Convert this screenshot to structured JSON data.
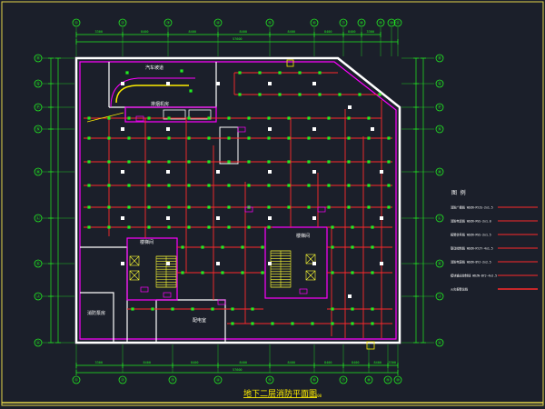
{
  "drawing": {
    "title": "地下二层消防平面图",
    "scale_note": "1:100",
    "grid_top": [
      "①",
      "②",
      "③",
      "④",
      "⑤",
      "⑥",
      "⑦",
      "⑧",
      "⑨",
      "⑩",
      "⑪"
    ],
    "grid_bottom": [
      "①",
      "②",
      "③",
      "④",
      "⑤",
      "⑥",
      "⑦",
      "⑧",
      "⑨",
      "⑩"
    ],
    "grid_left": [
      "Ⓡ",
      "Ⓠ",
      "Ⓟ",
      "Ⓝ",
      "Ⓜ",
      "Ⓛ",
      "Ⓚ",
      "Ⓙ",
      "Ⓐ"
    ],
    "grid_right": [
      "Ⓡ",
      "Ⓠ",
      "Ⓟ",
      "Ⓝ",
      "Ⓜ",
      "Ⓛ",
      "Ⓚ",
      "Ⓙ",
      "Ⓐ"
    ],
    "dim_top": [
      "3300",
      "8400",
      "8400",
      "8400",
      "8400",
      "8400",
      "8400",
      "3300"
    ],
    "dim_top_total": "57600",
    "dim_bottom": [
      "3300",
      "8400",
      "8400",
      "8400",
      "8400",
      "8400",
      "8400",
      "8400",
      "3300"
    ],
    "dim_bottom_total": "57600",
    "room_labels": [
      "汽车坡道",
      "排烟机房",
      "消防泵房",
      "配电室",
      "楼梯间",
      "楼梯间"
    ],
    "legend_title": "图 例",
    "legend_items": [
      "消防广播线 WDZN-RYJS-2x1.5",
      "消防电话线 WDZN-RVS-2x1.0",
      "报警信号线 WDZN-RVS-2x1.5",
      "联动控制线 WDZN-KYJY-4x1.5",
      "消防电源线 WDZN-BYJ-2x2.5",
      "模块输出控制线 WDZN-BYJ-4x2.5",
      "火灾报警总线"
    ],
    "colors": {
      "background": "#1b1f2a",
      "wall": "#ffffff",
      "partition": "#ff00ff",
      "wiring": "#ff2a2a",
      "device": "#22ee22",
      "dimension": "#22ee22",
      "grid_bubble": "#22ee22",
      "title": "#ffee00",
      "frame": "#e6d64a",
      "stair": "#ffff33",
      "column": "#ffffff"
    }
  }
}
